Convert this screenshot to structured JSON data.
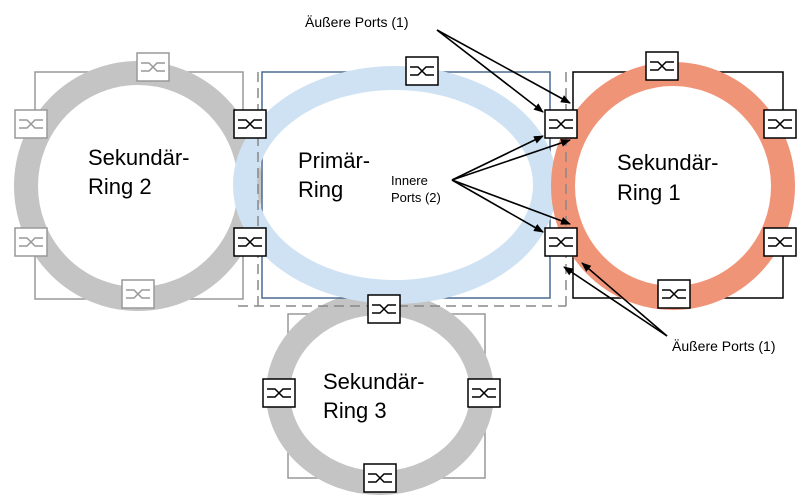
{
  "rings": {
    "primary": {
      "line1": "Primär-",
      "line2": "Ring",
      "color": "#cfe2f3",
      "frame_color": "#4a6a8f"
    },
    "secondary1": {
      "line1": "Sekundär-",
      "line2": "Ring 1",
      "color": "#f09478",
      "frame_color": "#000000"
    },
    "secondary2": {
      "line1": "Sekundär-",
      "line2": "Ring 2",
      "color": "#c4c4c4",
      "frame_color": "#999999"
    },
    "secondary3": {
      "line1": "Sekundär-",
      "line2": "Ring 3",
      "color": "#c4c4c4",
      "frame_color": "#999999"
    }
  },
  "annotations": {
    "outer_ports_top": "Äußere Ports (1)",
    "inner_ports_line1": "Innere",
    "inner_ports_line2": "Ports (2)",
    "outer_ports_bottom": "Äußere Ports (1)"
  },
  "icons": {
    "switch": "switch-icon"
  }
}
